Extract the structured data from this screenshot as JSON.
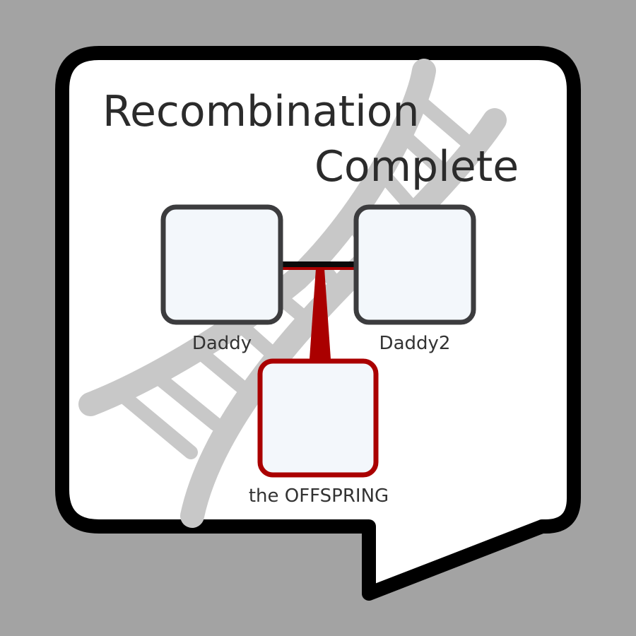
{
  "title": {
    "line1": "Recombination",
    "line2": "Complete"
  },
  "parents": [
    {
      "label": "Daddy"
    },
    {
      "label": "Daddy2"
    }
  ],
  "offspring": {
    "label": "the OFFSPRING"
  },
  "colors": {
    "background": "#a3a3a3",
    "bubble_fill": "#ffffff",
    "bubble_border": "#000000",
    "dna_watermark": "#c8c8c8",
    "parent_border": "#3c3c3e",
    "box_fill": "#f3f7fb",
    "offspring_border": "#aa0000",
    "title_text": "#2b2b2b"
  }
}
